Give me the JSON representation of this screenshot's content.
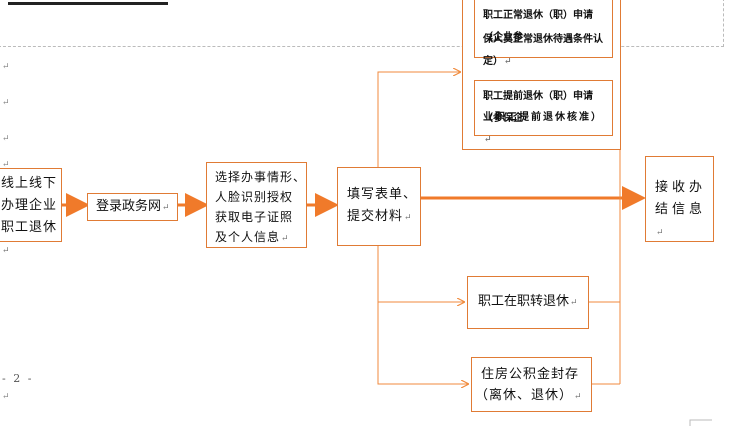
{
  "nodes": {
    "start": [
      "线上线下",
      "办理企业",
      "职工退休"
    ],
    "login": "登录政务网",
    "select": [
      "选择办事情形、",
      "人脸识别授权",
      "获取电子证照",
      "及个人信息"
    ],
    "fill": [
      "填写表单、",
      "提交材料"
    ],
    "receive": [
      "接收办",
      "结信息"
    ],
    "normal_retire": [
      "职工正常退休（职）申请（企业参",
      "保人员正常退休待遇条件认定）"
    ],
    "early_retire": [
      "职工提前退休（职）申请（参保企",
      "业职工提前退休核准）"
    ],
    "transfer": "职工在职转退休",
    "fund": [
      "住房公积金封存",
      "（离休、退休）"
    ]
  },
  "page_number": "- 2 -",
  "return_mark": "↵",
  "colors": {
    "line": "#f08a3c",
    "thick": "#f07a2a",
    "border": "#e07b35"
  }
}
